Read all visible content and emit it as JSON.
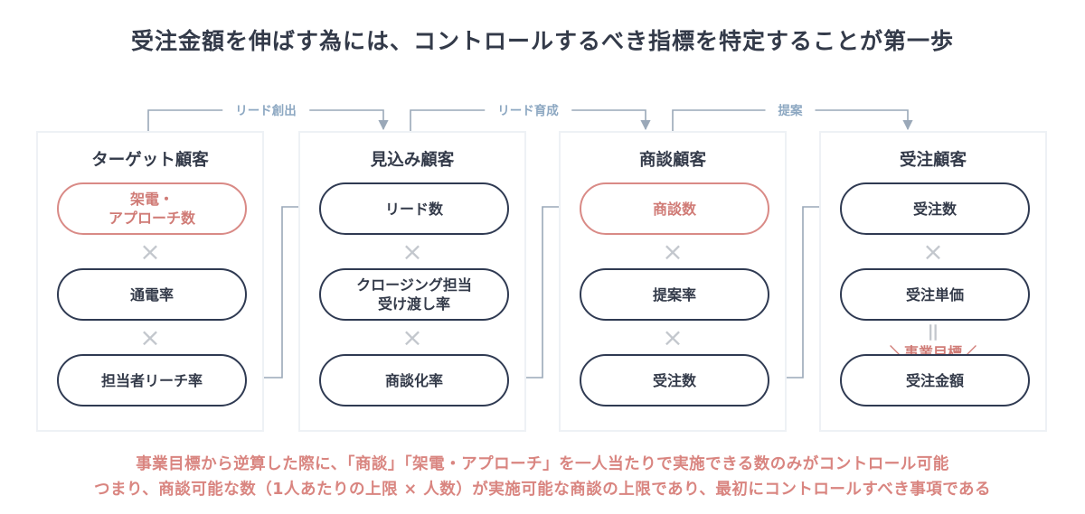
{
  "title": "受注金額を伸ばす為には、コントロールするべき指標を特定することが第一歩",
  "flows": [
    {
      "label": "リード創出"
    },
    {
      "label": "リード育成"
    },
    {
      "label": "提案"
    }
  ],
  "stages": [
    {
      "title": "ターゲット顧客",
      "items": [
        "架電・\nアプローチ数",
        "通電率",
        "担当者リーチ率"
      ],
      "operators": [
        "×",
        "×"
      ]
    },
    {
      "title": "見込み顧客",
      "items": [
        "リード数",
        "クロージング担当\n受け渡し率",
        "商談化率"
      ],
      "operators": [
        "×",
        "×"
      ]
    },
    {
      "title": "商談顧客",
      "items": [
        "商談数",
        "提案率",
        "受注数"
      ],
      "operators": [
        "×",
        "×"
      ]
    },
    {
      "title": "受注顧客",
      "items": [
        "受注数",
        "受注単価",
        "受注金額"
      ],
      "operators": [
        "×",
        "="
      ],
      "goal_label": "事業目標"
    }
  ],
  "notes": [
    "事業目標から逆算した際に、「商談」「架電・アプローチ」を一人当たりで実施できる数のみがコントロール可能",
    "つまり、商談可能な数（1人あたりの上限 × 人数）が実施可能な商談の上限であり、最初にコントロールすべき事項である"
  ],
  "colors": {
    "text": "#333a49",
    "pill_border": "#2f3a52",
    "highlight": "#d98a86",
    "connector": "#9aa8b8",
    "flow_label": "#8da8c2",
    "operator": "#c3c7cd"
  }
}
